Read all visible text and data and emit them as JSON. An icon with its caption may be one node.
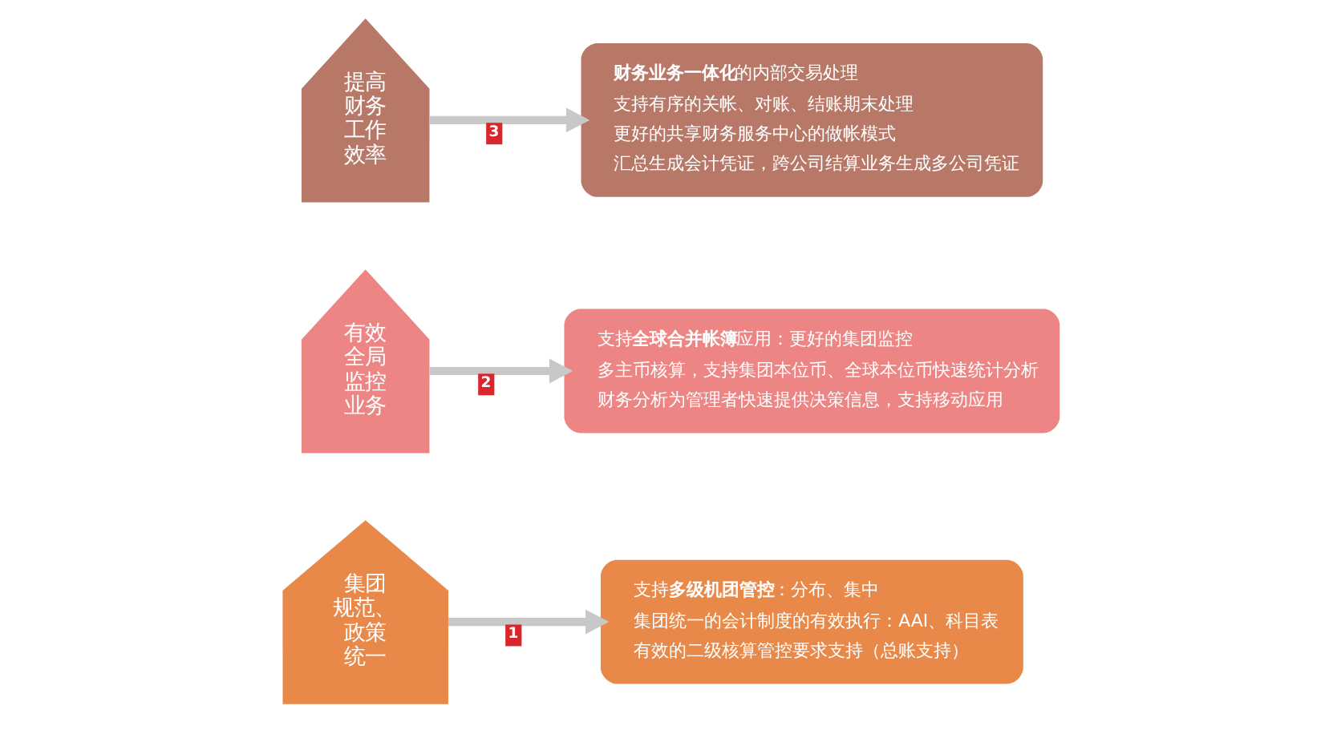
{
  "diagram": {
    "nodes": [
      {
        "text": [
          "集团规范、政策统一"
        ]
      },
      {
        "text": [
          "有效全局监控业务"
        ]
      },
      {
        "text": [
          "提高财务工作效率"
        ]
      },
      {
        "text": [
          "支持**多级机团管控**：分布、集中",
          "集团统一的会计制度的有效执行：AAI、科目表",
          "有效的二级核算管控要求支持（总账支持）"
        ]
      },
      {
        "text": [
          "支持**全球合并帐簿**应用：更好的集团监控",
          "多主币核算，支持集团本位币、全球本位币快速统计分析",
          "财务分析为管理者快速提供决策信息，支持移动应用"
        ]
      },
      {
        "text": [
          "**财务业务一体化**的内部交易处理",
          "支持有序的关帐、对账、结账期末处理",
          "更好的共享财务服务中心的做帐模式",
          "汇总生成会计凭证，跨公司结算业务生成多公司凭证"
        ]
      }
    ],
    "edges": [
      {
        "from": 0,
        "to": 3,
        "arrow": "to",
        "label": "1"
      },
      {
        "from": 1,
        "to": 4,
        "arrow": "to",
        "label": "2"
      },
      {
        "from": 2,
        "to": 5,
        "arrow": "to",
        "label": "3"
      }
    ]
  }
}
